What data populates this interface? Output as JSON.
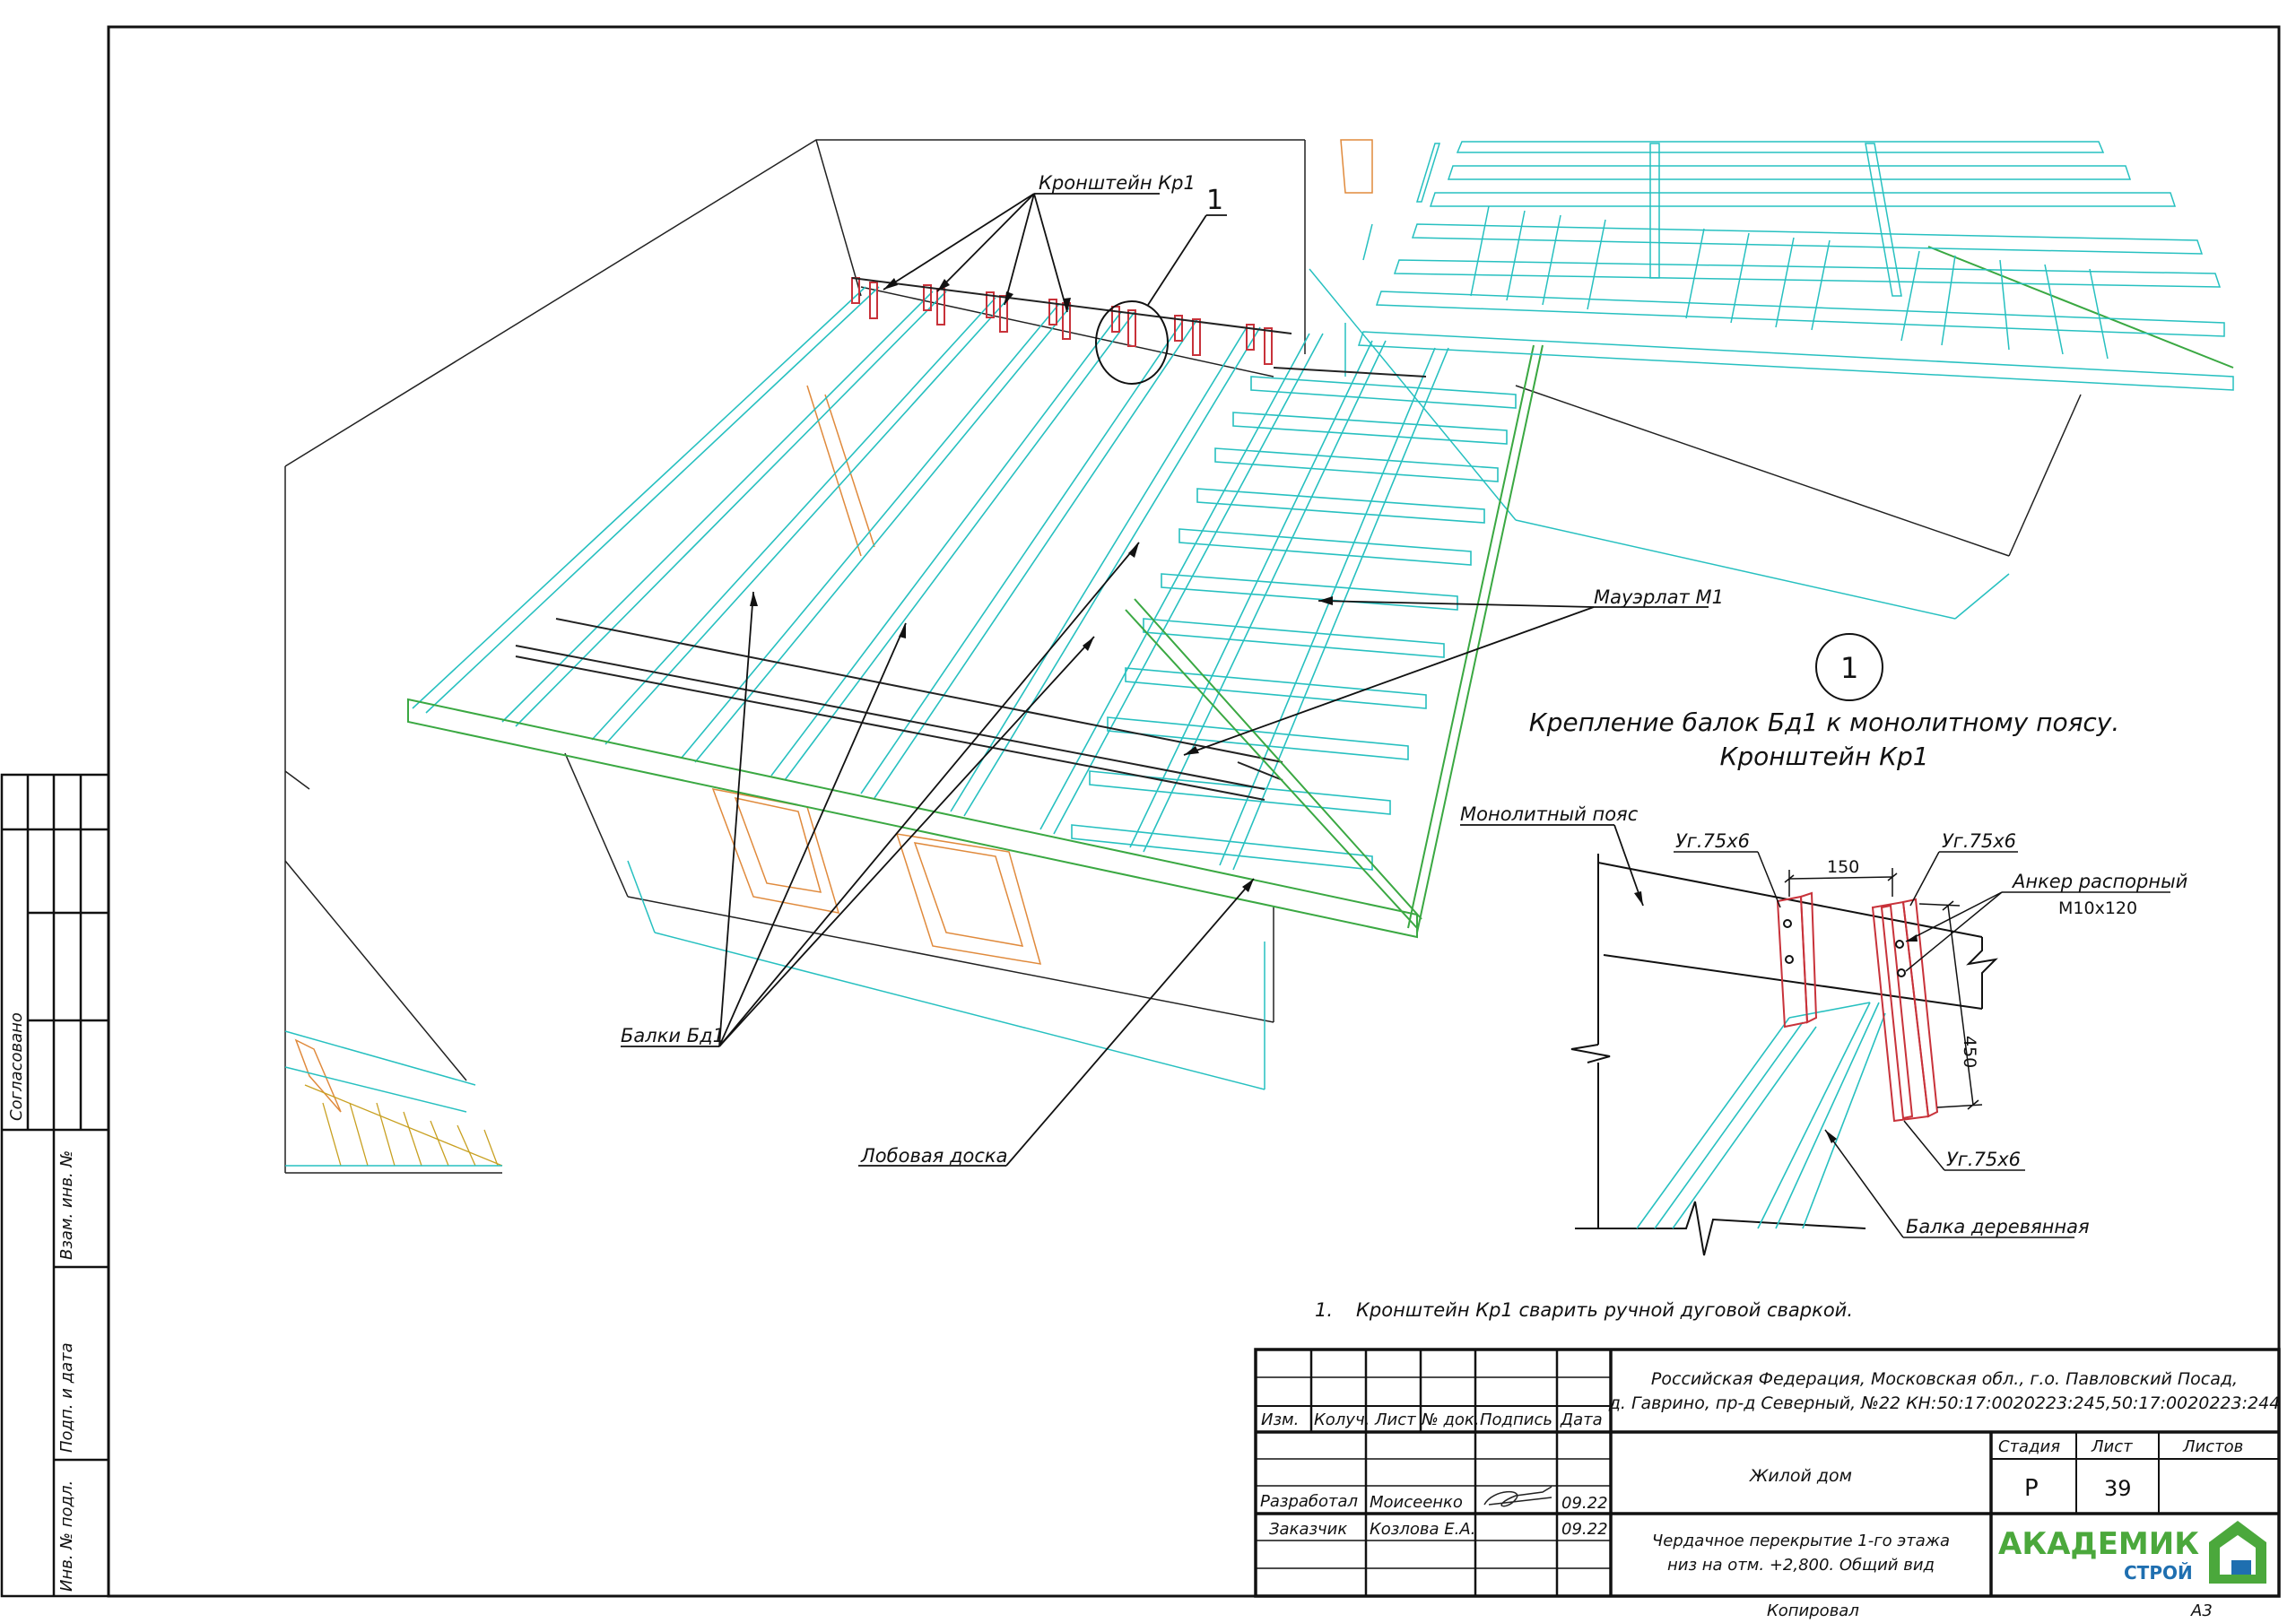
{
  "labels": {
    "bracket_top": "Кронштейн Кр1",
    "callout_number": "1",
    "mauerlat": "Мауэрлат М1",
    "beams": "Балки Бд1",
    "fascia": "Лобовая доска"
  },
  "detail": {
    "circle_number": "1",
    "title_line1": "Крепление балок Бд1 к монолитному поясу.",
    "title_line2": "Кронштейн Кр1",
    "mono_belt": "Монолитный пояс",
    "angle_left": "Уг.75х6",
    "angle_right": "Уг.75х6",
    "angle_bottom": "Уг.75х6",
    "dim_150": "150",
    "dim_450": "450",
    "anchor_line1": "Анкер распорный",
    "anchor_line2": "М10х120",
    "wood_beam": "Балка деревянная"
  },
  "note": {
    "number": "1.",
    "text": "Кронштейн Кр1 сварить ручной дуговой сваркой."
  },
  "side_stamp": {
    "agreed": "Согласовано",
    "vzam": "Взам. инв. №",
    "podp": "Подп. и дата",
    "inv": "Инв. № подл."
  },
  "title_block": {
    "address_line1": "Российская Федерация, Московская обл., г.о. Павловский Посад,",
    "address_line2": "д. Гаврино, пр-д Северный, №22 КН:50:17:0020223:245,50:17:0020223:244",
    "headers": [
      "Изм.",
      "Колуч.",
      "Лист",
      "№ док.",
      "Подпись",
      "Дата"
    ],
    "rows": [
      {
        "role": "Разработал",
        "name": "Моисеенко",
        "date": "09.22"
      },
      {
        "role": "Заказчик",
        "name": "Козлова Е.А.",
        "date": "09.22"
      }
    ],
    "object": "Жилой дом",
    "stage_label": "Стадия",
    "sheet_label": "Лист",
    "sheets_label": "Листов",
    "stage": "Р",
    "sheet": "39",
    "sheets": "",
    "drawing_line1": "Чердачное перекрытие 1-го этажа",
    "drawing_line2": "низ на отм. +2,800. Общий вид",
    "logo_main": "АКАДЕМИК",
    "logo_sub": "СТРОЙ",
    "copied": "Копировал",
    "format": "А3"
  },
  "colors": {
    "cyan": "#27c0c0",
    "green": "#3aa842",
    "red": "#c8323a",
    "orange": "#e08a3c",
    "yellow": "#c8a020",
    "logo_green": "#4ba83c",
    "logo_blue": "#1f6fb0"
  }
}
